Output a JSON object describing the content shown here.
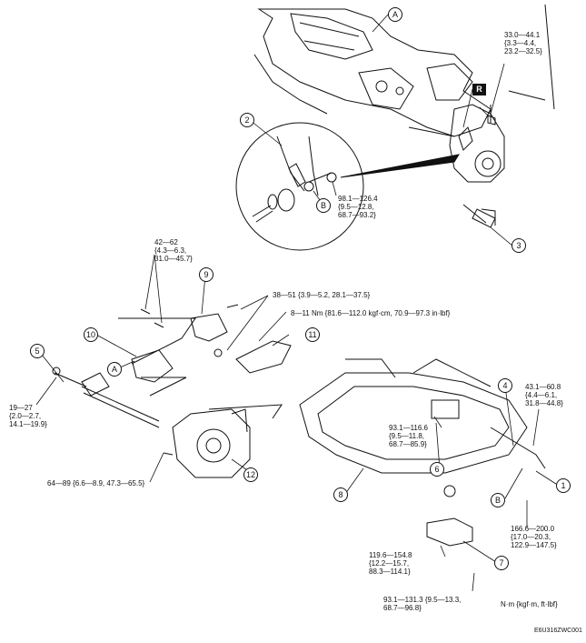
{
  "callouts": {
    "A_top": "A",
    "A_mid": "A",
    "B_inset": "B",
    "B_bottom": "B",
    "n1": "1",
    "n2": "2",
    "n3": "3",
    "n4": "4",
    "n5": "5",
    "n6": "6",
    "n7": "7",
    "n8": "8",
    "n9": "9",
    "n10": "10",
    "n11": "11",
    "n12": "12"
  },
  "badge_r": "R",
  "torque": {
    "t_top": [
      "33.0—44.1",
      "{3.3—4.4,",
      "23.2—32.5}"
    ],
    "t_inset": [
      "98.1—126.4",
      "{9.5—12.8,",
      "68.7—93.2}"
    ],
    "t_42": [
      "42—62",
      "{4.3—6.3,",
      "31.0—45.7}"
    ],
    "t_38": "38—51 {3.9—5.2, 28.1—37.5}",
    "t_8": "8—11 Nm {81.6—112.0 kgf·cm, 70.9—97.3 in·lbf}",
    "t_19": [
      "19—27",
      "{2.0—2.7,",
      "14.1—19.9}"
    ],
    "t_64": "64—89 {6.6—8.9, 47.3—65.5}",
    "t_93a": [
      "93.1—116.6",
      "{9.5—11.8,",
      "68.7—85.9}"
    ],
    "t_43": [
      "43.1—60.8",
      "{4.4—6.1,",
      "31.8—44.8}"
    ],
    "t_166": [
      "166.6—200.0",
      "{17.0—20.3,",
      "122.9—147.5}"
    ],
    "t_119": [
      "119.6—154.8",
      "{12.2—15.7,",
      "88.3—114.1}"
    ],
    "t_93b": [
      "93.1—131.3 {9.5—13.3,",
      "68.7—96.8}"
    ]
  },
  "unit_note": "N·m {kgf·m, ft·lbf}",
  "figure_code": "E6U316ZWC001"
}
